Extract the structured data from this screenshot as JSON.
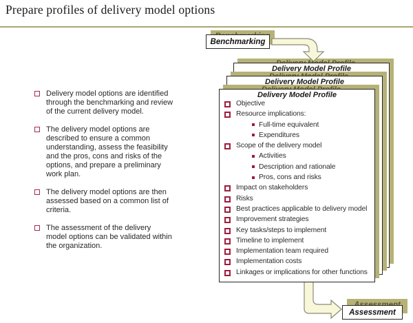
{
  "slide": {
    "title": "Prepare profiles of delivery model options"
  },
  "left_panel": {
    "bullets": [
      {
        "text": "Delivery model options are identified\nthrough the benchmarking and review\nof the current delivery model."
      },
      {
        "text": "The delivery model options are\ndescribed to ensure a common\nunderstanding, assess the feasibility\nand the pros, cons and risks of the\noptions, and prepare a preliminary\nwork plan."
      },
      {
        "text": "The delivery model options are then\nassessed based on a common list of\ncriteria."
      },
      {
        "text": "The assessment of the delivery\nmodel options can be validated within\nthe organization."
      }
    ]
  },
  "flow": {
    "benchmarking": {
      "label": "Benchmarking"
    },
    "assessment": {
      "label": "Assessment"
    },
    "profile_card": {
      "title": "Delivery Model Profile",
      "stack_count": 3,
      "items": [
        {
          "level": 1,
          "text": "Objective"
        },
        {
          "level": 1,
          "text": "Resource implications:"
        },
        {
          "level": 2,
          "text": "Full-time equivalent"
        },
        {
          "level": 2,
          "text": "Expenditures"
        },
        {
          "level": 1,
          "text": "Scope of the delivery model"
        },
        {
          "level": 2,
          "text": "Activities"
        },
        {
          "level": 2,
          "text": "Description and rationale"
        },
        {
          "level": 2,
          "text": "Pros, cons and risks"
        },
        {
          "level": 1,
          "text": "Impact on stakeholders"
        },
        {
          "level": 1,
          "text": "Risks"
        },
        {
          "level": 1,
          "text": "Best practices applicable to delivery model"
        },
        {
          "level": 1,
          "text": "Improvement strategies"
        },
        {
          "level": 1,
          "text": "Key tasks/steps to implement"
        },
        {
          "level": 1,
          "text": "Timeline to implement"
        },
        {
          "level": 1,
          "text": "Implementation team required"
        },
        {
          "level": 1,
          "text": "Implementation costs"
        },
        {
          "level": 1,
          "text": "Linkages or implications for other functions"
        }
      ]
    }
  },
  "colors": {
    "shadow_tan": "#B6B277",
    "accent_rule": "#A9A66E",
    "arrow_fill": "#F8F7D9",
    "arrow_stroke": "#8A8A79",
    "left_bullet_maroon": "#A22A52",
    "card_bullet_maroon": "#9E1B3C",
    "border_dark": "#262626"
  }
}
